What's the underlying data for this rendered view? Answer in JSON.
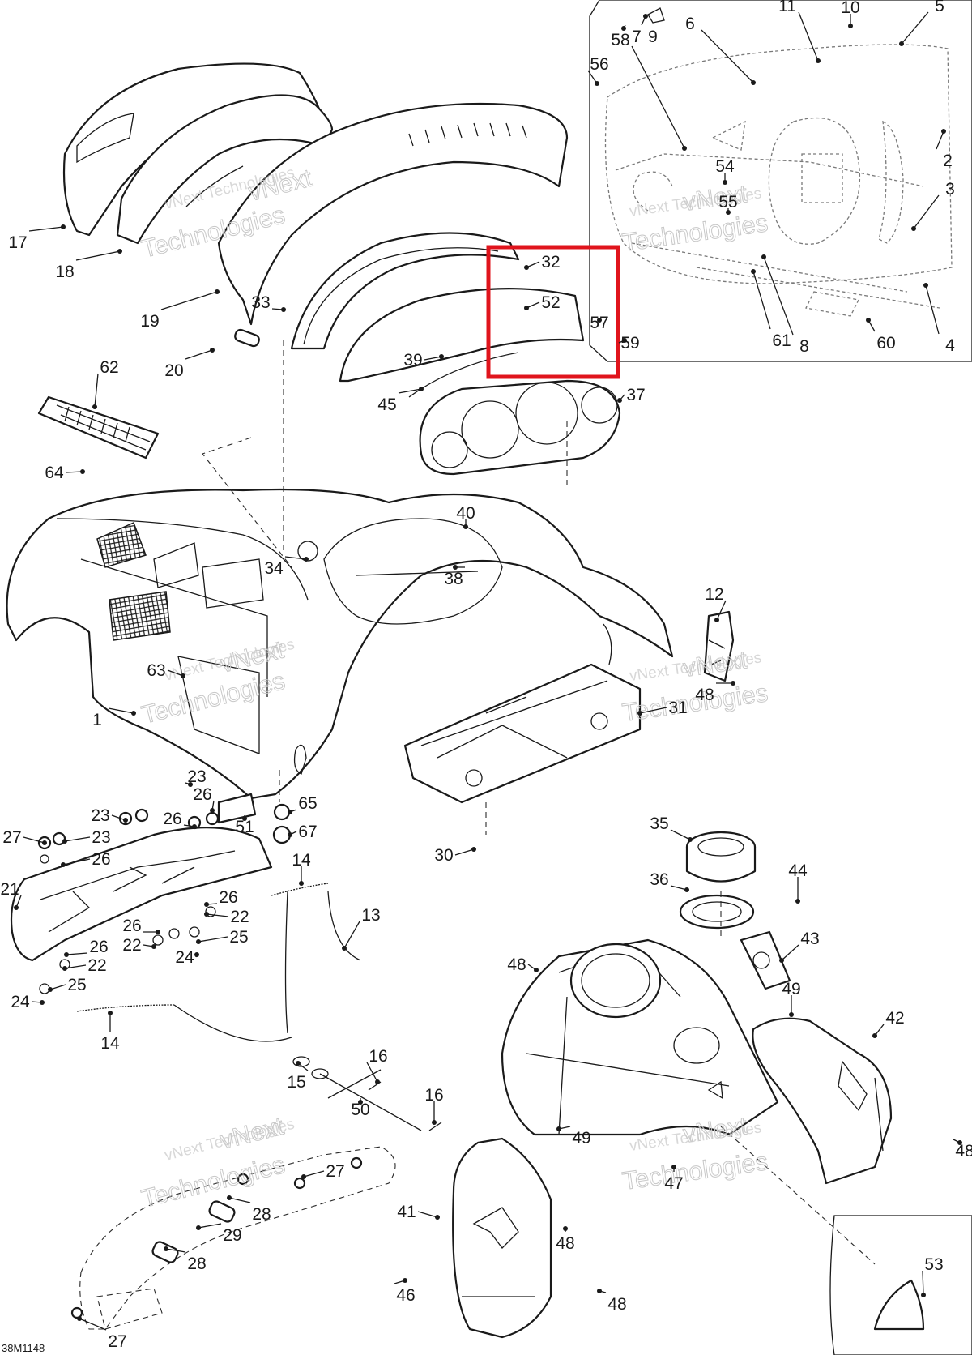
{
  "diagram": {
    "drawing_code": "38M1148",
    "watermark_line1": "vNext Technologies",
    "watermark_line2": "vNext",
    "watermark_line3": "Technologies",
    "highlight_color": "#e0141c",
    "callouts": [
      {
        "id": "c1",
        "text": "1"
      },
      {
        "id": "c2",
        "text": "2"
      },
      {
        "id": "c3",
        "text": "3"
      },
      {
        "id": "c4",
        "text": "4"
      },
      {
        "id": "c5",
        "text": "5"
      },
      {
        "id": "c6",
        "text": "6"
      },
      {
        "id": "c7",
        "text": "7"
      },
      {
        "id": "c8",
        "text": "8"
      },
      {
        "id": "c9",
        "text": "9"
      },
      {
        "id": "c10",
        "text": "10"
      },
      {
        "id": "c11",
        "text": "11"
      },
      {
        "id": "c12",
        "text": "12"
      },
      {
        "id": "c13",
        "text": "13"
      },
      {
        "id": "c14a",
        "text": "14"
      },
      {
        "id": "c14b",
        "text": "14"
      },
      {
        "id": "c15",
        "text": "15"
      },
      {
        "id": "c16a",
        "text": "16"
      },
      {
        "id": "c16b",
        "text": "16"
      },
      {
        "id": "c17",
        "text": "17"
      },
      {
        "id": "c18",
        "text": "18"
      },
      {
        "id": "c19",
        "text": "19"
      },
      {
        "id": "c20",
        "text": "20"
      },
      {
        "id": "c21",
        "text": "21"
      },
      {
        "id": "c22a",
        "text": "22"
      },
      {
        "id": "c22b",
        "text": "22"
      },
      {
        "id": "c22c",
        "text": "22"
      },
      {
        "id": "c23a",
        "text": "23"
      },
      {
        "id": "c23b",
        "text": "23"
      },
      {
        "id": "c23c",
        "text": "23"
      },
      {
        "id": "c24a",
        "text": "24"
      },
      {
        "id": "c24b",
        "text": "24"
      },
      {
        "id": "c25a",
        "text": "25"
      },
      {
        "id": "c25b",
        "text": "25"
      },
      {
        "id": "c26a",
        "text": "26"
      },
      {
        "id": "c26b",
        "text": "26"
      },
      {
        "id": "c26c",
        "text": "26"
      },
      {
        "id": "c26d",
        "text": "26"
      },
      {
        "id": "c26e",
        "text": "26"
      },
      {
        "id": "c26f",
        "text": "26"
      },
      {
        "id": "c27a",
        "text": "27"
      },
      {
        "id": "c27b",
        "text": "27"
      },
      {
        "id": "c27c",
        "text": "27"
      },
      {
        "id": "c28a",
        "text": "28"
      },
      {
        "id": "c28b",
        "text": "28"
      },
      {
        "id": "c29",
        "text": "29"
      },
      {
        "id": "c30",
        "text": "30"
      },
      {
        "id": "c31",
        "text": "31"
      },
      {
        "id": "c32",
        "text": "32"
      },
      {
        "id": "c33",
        "text": "33"
      },
      {
        "id": "c34",
        "text": "34"
      },
      {
        "id": "c35",
        "text": "35"
      },
      {
        "id": "c36",
        "text": "36"
      },
      {
        "id": "c37",
        "text": "37"
      },
      {
        "id": "c38",
        "text": "38"
      },
      {
        "id": "c39",
        "text": "39"
      },
      {
        "id": "c40",
        "text": "40"
      },
      {
        "id": "c41",
        "text": "41"
      },
      {
        "id": "c42",
        "text": "42"
      },
      {
        "id": "c43",
        "text": "43"
      },
      {
        "id": "c44",
        "text": "44"
      },
      {
        "id": "c45",
        "text": "45"
      },
      {
        "id": "c46",
        "text": "46"
      },
      {
        "id": "c47",
        "text": "47"
      },
      {
        "id": "c48a",
        "text": "48"
      },
      {
        "id": "c48b",
        "text": "48"
      },
      {
        "id": "c48c",
        "text": "48"
      },
      {
        "id": "c48d",
        "text": "48"
      },
      {
        "id": "c48e",
        "text": "48"
      },
      {
        "id": "c49a",
        "text": "49"
      },
      {
        "id": "c49b",
        "text": "49"
      },
      {
        "id": "c50",
        "text": "50"
      },
      {
        "id": "c51",
        "text": "51"
      },
      {
        "id": "c52",
        "text": "52"
      },
      {
        "id": "c53",
        "text": "53"
      },
      {
        "id": "c54",
        "text": "54"
      },
      {
        "id": "c55",
        "text": "55"
      },
      {
        "id": "c56",
        "text": "56"
      },
      {
        "id": "c57",
        "text": "57"
      },
      {
        "id": "c58",
        "text": "58"
      },
      {
        "id": "c59",
        "text": "59"
      },
      {
        "id": "c60",
        "text": "60"
      },
      {
        "id": "c61",
        "text": "61"
      },
      {
        "id": "c62",
        "text": "62"
      },
      {
        "id": "c63",
        "text": "63"
      },
      {
        "id": "c64",
        "text": "64"
      },
      {
        "id": "c65",
        "text": "65"
      },
      {
        "id": "c67",
        "text": "67"
      }
    ]
  }
}
